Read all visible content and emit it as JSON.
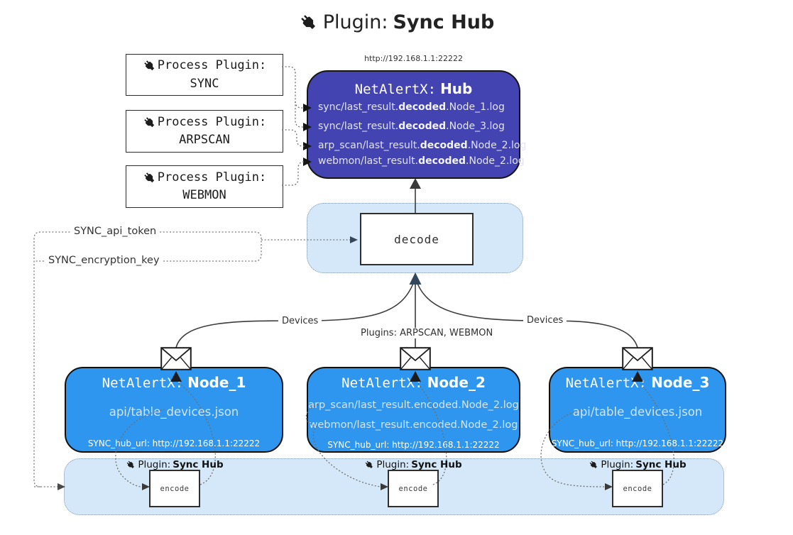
{
  "title": {
    "label": "Plugin:",
    "name": "Sync Hub"
  },
  "process_plugins": [
    {
      "label": "Process Plugin:",
      "name": "SYNC"
    },
    {
      "label": "Process Plugin:",
      "name": "ARPSCAN"
    },
    {
      "label": "Process Plugin:",
      "name": "WEBMON"
    }
  ],
  "hub": {
    "url": "http://192.168.1.1:22222",
    "name_prefix": "NetAlertX:",
    "name": "Hub",
    "files": [
      {
        "pre": "sync/last_result.",
        "mid": "decoded",
        "post": ".Node_1.log"
      },
      {
        "pre": "sync/last_result.",
        "mid": "decoded",
        "post": ".Node_3.log"
      },
      {
        "pre": "arp_scan/last_result.",
        "mid": "decoded",
        "post": ".Node_2.log"
      },
      {
        "pre": "webmon/last_result.",
        "mid": "decoded",
        "post": ".Node_2.log"
      }
    ]
  },
  "decode_label": "decode",
  "settings": {
    "api_token": "SYNC_api_token",
    "encryption_key": "SYNC_encryption_key"
  },
  "flow_labels": {
    "left": "Devices",
    "center": "Plugins: ARPSCAN, WEBMON",
    "right": "Devices"
  },
  "nodes": [
    {
      "name_prefix": "NetAlertX:",
      "name": "Node_1",
      "files": [
        "api/table_devices.json"
      ],
      "hub_url": "SYNC_hub_url: http://192.168.1.1:22222"
    },
    {
      "name_prefix": "NetAlertX:",
      "name": "Node_2",
      "files": [
        "arp_scan/last_result.encoded.Node_2.log",
        "webmon/last_result.encoded.Node_2.log"
      ],
      "hub_url": "SYNC_hub_url: http://192.168.1.1:22222"
    },
    {
      "name_prefix": "NetAlertX:",
      "name": "Node_3",
      "files": [
        "api/table_devices.json"
      ],
      "hub_url": "SYNC_hub_url: http://192.168.1.1:22222"
    }
  ],
  "encoders": [
    {
      "plugin_label": "Plugin:",
      "plugin_name": "Sync Hub",
      "box_label": "encode"
    },
    {
      "plugin_label": "Plugin:",
      "plugin_name": "Sync Hub",
      "box_label": "encode"
    },
    {
      "plugin_label": "Plugin:",
      "plugin_name": "Sync Hub",
      "box_label": "encode"
    }
  ],
  "colors": {
    "hub_fill": "#4343b2",
    "node_fill": "#2e96ee",
    "panel_fill": "#d5e8f9",
    "line": "#3c3c3c"
  }
}
